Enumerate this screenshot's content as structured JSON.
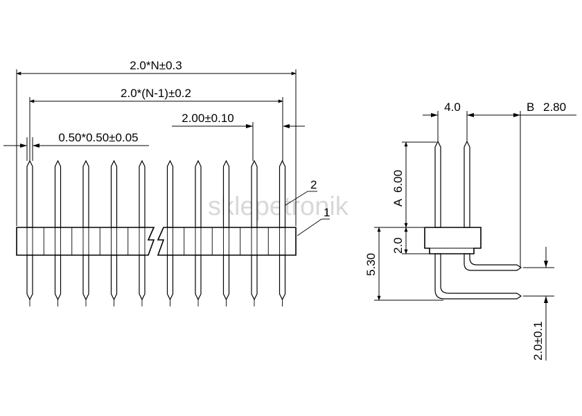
{
  "front_view": {
    "dim_total_length": "2.0*N±0.3",
    "dim_pitch_span": "2.0*(N-1)±0.2",
    "dim_pin_pitch": "2.00±0.10",
    "dim_pin_section": "0.50*0.50±0.05",
    "callout_1": "1",
    "callout_2": "2",
    "pin_count": 10
  },
  "side_view": {
    "dim_row_spacing": "4.0",
    "dim_b_label": "B",
    "dim_b_value": "2.80",
    "dim_a_label": "A",
    "dim_a_value": "6.00",
    "dim_body_height": "2.0",
    "dim_total_height": "5.30",
    "dim_bend_spacing": "2.0±0.1"
  },
  "watermark": "sklepetronik"
}
